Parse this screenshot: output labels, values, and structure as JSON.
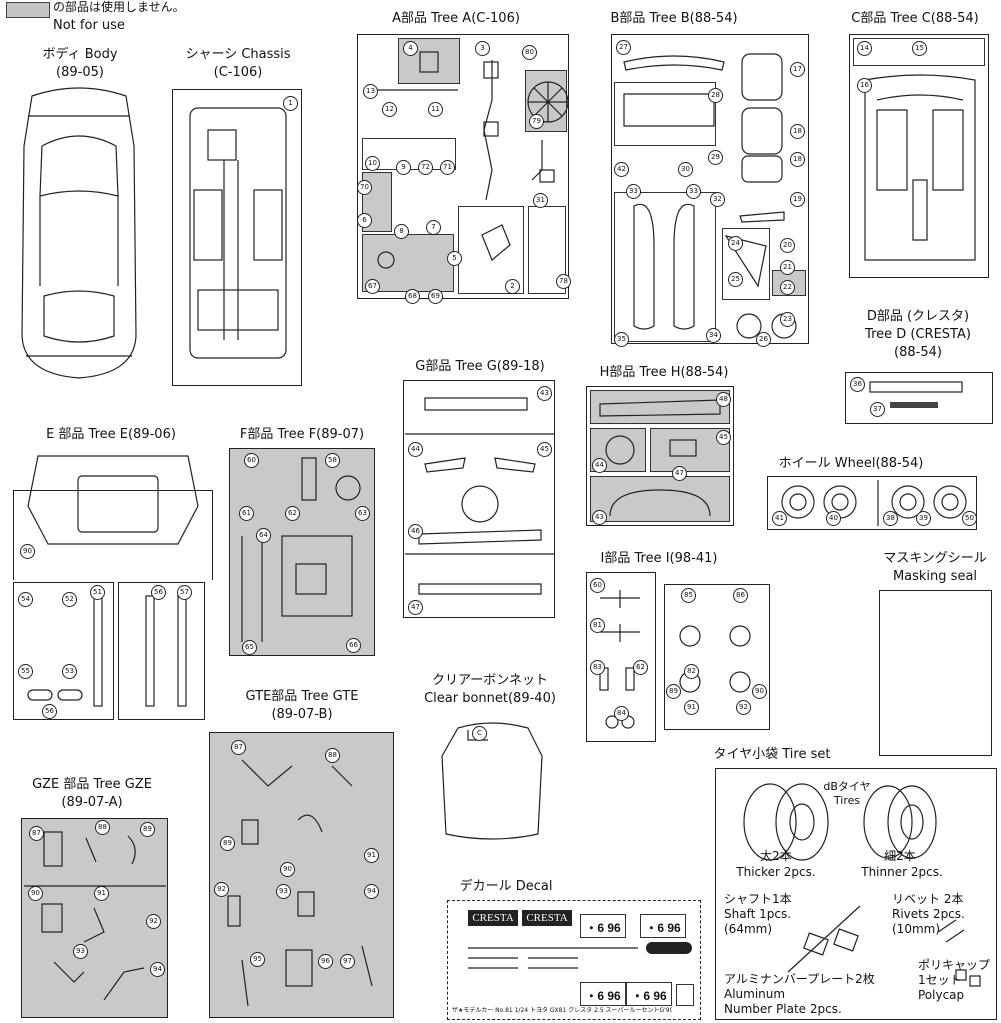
{
  "legend": {
    "line1": "の部品は使用しません。",
    "line2": "Not for use",
    "swatch_color": "#c4c4c4"
  },
  "body": {
    "title1": "ボディ Body",
    "title2": "(89-05)"
  },
  "chassis": {
    "title1": "シャーシ Chassis",
    "title2": "(C-106)",
    "nums": [
      "1"
    ]
  },
  "treeA": {
    "title": "A部品 Tree A(C-106)",
    "nums": [
      "4",
      "3",
      "80",
      "13",
      "12",
      "11",
      "79",
      "10",
      "9",
      "72",
      "71",
      "70",
      "6",
      "8",
      "7",
      "31",
      "5",
      "2",
      "67",
      "68",
      "69",
      "78"
    ]
  },
  "treeB": {
    "title": "B部品 Tree B(88-54)",
    "nums": [
      "27",
      "17",
      "28",
      "18",
      "42",
      "30",
      "29",
      "18",
      "33",
      "33",
      "19",
      "32",
      "24",
      "20",
      "21",
      "25",
      "22",
      "35",
      "34",
      "26",
      "23"
    ]
  },
  "treeC": {
    "title": "C部品 Tree C(88-54)",
    "nums": [
      "14",
      "15",
      "16"
    ]
  },
  "treeD": {
    "title1": "D部品 (クレスタ)",
    "title2": "Tree D (CRESTA)",
    "title3": "(88-54)",
    "nums": [
      "36",
      "37"
    ]
  },
  "treeE": {
    "title": "E 部品 Tree E(89-06)",
    "nums": [
      "90",
      "54",
      "52",
      "51",
      "56",
      "57",
      "53",
      "55",
      "56"
    ]
  },
  "treeF": {
    "title": "F部品 Tree F(89-07)",
    "nums": [
      "60",
      "58",
      "61",
      "62",
      "63",
      "64",
      "65",
      "66"
    ]
  },
  "treeG": {
    "title": "G部品 Tree G(89-18)",
    "nums": [
      "43",
      "44",
      "45",
      "46",
      "47"
    ]
  },
  "treeH": {
    "title": "H部品 Tree H(88-54)",
    "nums": [
      "48",
      "45",
      "44",
      "47",
      "43"
    ]
  },
  "wheel": {
    "title": "ホイール Wheel(88-54)",
    "nums": [
      "41",
      "40",
      "38",
      "39",
      "50"
    ]
  },
  "treeI": {
    "title": "I部品 Tree I(98-41)",
    "nums": [
      "60",
      "85",
      "86",
      "81",
      "62",
      "83",
      "82",
      "89",
      "90",
      "84",
      "91",
      "92"
    ]
  },
  "masking": {
    "title1": "マスキングシール",
    "title2": "Masking seal"
  },
  "gte": {
    "title1": "GTE部品 Tree GTE",
    "title2": "(89-07-B)",
    "nums": [
      "87",
      "88",
      "89",
      "90",
      "91",
      "92",
      "93",
      "94",
      "95",
      "96",
      "97"
    ]
  },
  "gze": {
    "title1": "GZE 部品 Tree GZE",
    "title2": "(89-07-A)",
    "nums": [
      "87",
      "88",
      "89",
      "90",
      "91",
      "92",
      "93",
      "94"
    ]
  },
  "bonnet": {
    "title1": "クリアーボンネット",
    "title2": "Clear bonnet(89-40)",
    "num": "C"
  },
  "decal": {
    "title": "デカール Decal",
    "cresta1": "CRESTA",
    "cresta2": "CRESTA",
    "plate1": "・6 96",
    "plate2": "・6 96",
    "plate3": "・6 96",
    "plate4": "・6 96",
    "footer": "ザ★モデルカー No.81 1/24 トヨタ GX81 クレスタ 2.5 スーパールーセントG'90"
  },
  "tires": {
    "title": "タイヤ小袋 Tire set",
    "tires_label1": "dBタイヤ",
    "tires_label2": "Tires",
    "thick1": "太2本",
    "thick2": "Thicker 2pcs.",
    "thin1": "細2本",
    "thin2": "Thinner 2pcs.",
    "shaft1": "シャフト1本",
    "shaft2": "Shaft 1pcs.",
    "shaft3": "(64mm)",
    "rivet1": "リベット 2本",
    "rivet2": "Rivets 2pcs.",
    "rivet3": "(10mm)",
    "poly1": "ポリキャップ",
    "poly2": "1セット",
    "poly3": "Polycap",
    "plate1": "アルミナンバープレート2枚",
    "plate2": "Aluminum",
    "plate3": "Number Plate 2pcs."
  }
}
